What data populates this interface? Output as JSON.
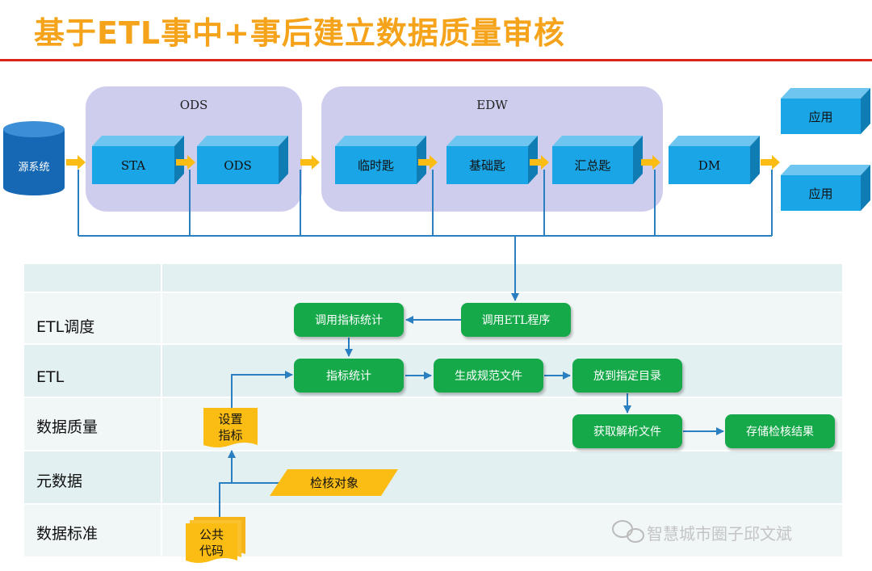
{
  "title": "基于ETL事中+事后建立数据质量审核",
  "architecture": {
    "source": "源系统",
    "ods_group": "ODS",
    "edw_group": "EDW",
    "sta": "STA",
    "ods": "ODS",
    "temp": "临时匙",
    "base": "基础匙",
    "summary": "汇总匙",
    "dm": "DM",
    "app1": "应用",
    "app2": "应用"
  },
  "lanes": [
    "ETL调度",
    "ETL",
    "数据质量",
    "元数据",
    "数据标准"
  ],
  "process": {
    "call_etl": "调用ETL程序",
    "call_metric": "调用指标统计",
    "metric_stat": "指标统计",
    "gen_spec": "生成规范文件",
    "put_dir": "放到指定目录",
    "get_parse": "获取解析文件",
    "store_result": "存储检核结果",
    "set_metric_l1": "设置",
    "set_metric_l2": "指标",
    "check_object": "检核对象",
    "public_code_l1": "公共",
    "public_code_l2": "代码"
  },
  "watermark": "智慧城市圈子邱文斌",
  "colors": {
    "title": "#f5a31a",
    "rule": "#d9251c",
    "cube": "#1aa6e6",
    "group": "#cfcdee",
    "green": "#16a94a",
    "doc": "#fbbd14",
    "flow": "#2a7fc0"
  }
}
